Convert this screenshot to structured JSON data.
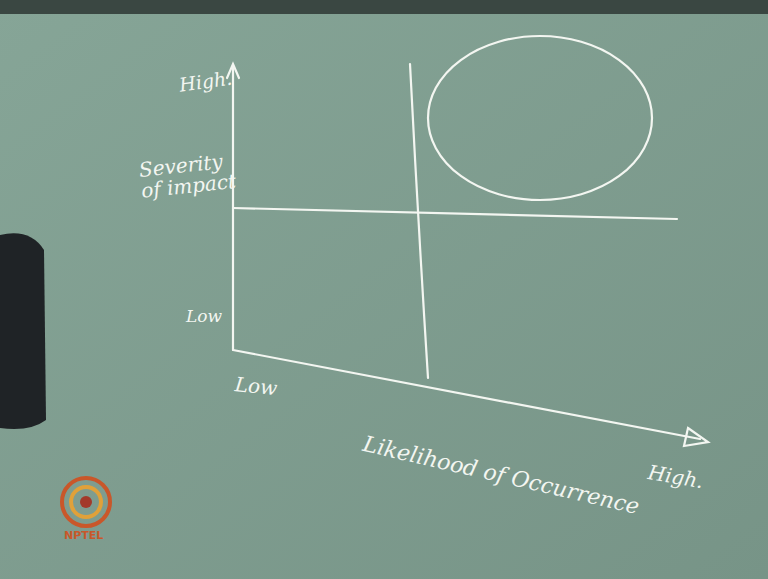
{
  "diagram": {
    "labels": [
      "High.",
      "Severity of impact",
      "Low",
      "Low",
      "Likelihood of Occurrence",
      "High.",
      "NPTEL"
    ]
  }
}
